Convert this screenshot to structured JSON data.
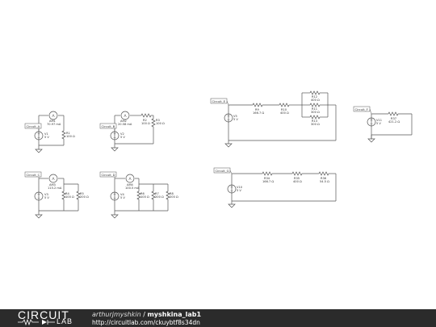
{
  "circuits": {
    "a": {
      "probe": "Circuit_A",
      "source": {
        "name": "V1",
        "value": "5 V"
      },
      "ammeter": {
        "name": "AM1",
        "reading": "70.97 mA"
      },
      "resistors": [
        {
          "name": "R1",
          "value": "100 Ω"
        }
      ]
    },
    "b": {
      "probe": "Circuit_B",
      "source": {
        "name": "V2",
        "value": "5 V"
      },
      "ammeter": {
        "name": "AM2",
        "reading": "20.58 mA"
      },
      "resistors": [
        {
          "name": "R2",
          "value": "100 Ω"
        },
        {
          "name": "R3",
          "value": "100 Ω"
        }
      ]
    },
    "c": {
      "probe": "Circuit_C",
      "source": {
        "name": "V3",
        "value": "5 V"
      },
      "ammeter": {
        "name": "AM3",
        "reading": "115.2 mA"
      },
      "resistors": [
        {
          "name": "R4",
          "value": "100 Ω"
        },
        {
          "name": "R5",
          "value": "200 Ω"
        }
      ]
    },
    "d": {
      "probe": "Circuit_D",
      "source": {
        "name": "V4",
        "value": "5 V"
      },
      "ammeter": {
        "name": "AM4",
        "reading": "100.5 mA"
      },
      "resistors": [
        {
          "name": "R6",
          "value": "100 Ω"
        },
        {
          "name": "R7",
          "value": "200 Ω"
        },
        {
          "name": "R8",
          "value": "200 Ω"
        }
      ]
    },
    "e": {
      "probe": "Circuit_E",
      "source": {
        "name": "V5",
        "value": "5 V"
      },
      "resistors": [
        {
          "name": "R9",
          "value": "166.7 Ω"
        },
        {
          "name": "R10",
          "value": "400 Ω"
        },
        {
          "name": "R12",
          "value": "400 Ω"
        },
        {
          "name": "R11",
          "value": "300 Ω"
        },
        {
          "name": "R13",
          "value": "300 Ω"
        }
      ]
    },
    "f": {
      "probe": "Circuit_F",
      "source": {
        "name": "V11",
        "value": "5 V"
      },
      "resistors": [
        {
          "name": "R37",
          "value": "421.2 Ω"
        }
      ]
    },
    "g": {
      "probe": "Circuit_G",
      "source": {
        "name": "V10",
        "value": "5 V"
      },
      "resistors": [
        {
          "name": "R34",
          "value": "166.7 Ω"
        },
        {
          "name": "R35",
          "value": "400 Ω"
        },
        {
          "name": "R36",
          "value": "54.5 Ω"
        }
      ]
    }
  },
  "footer": {
    "logo_top": "CIRCUIT",
    "logo_bottom": "LAB",
    "author": "arthurjmyshkin",
    "separator": " / ",
    "project": "myshkina_lab1",
    "url": "http://circuitlab.com/ckuybtf8s34dn"
  },
  "colors": {
    "wire": "#555555",
    "footer_bg": "#2b2b2b",
    "text": "#333333"
  }
}
